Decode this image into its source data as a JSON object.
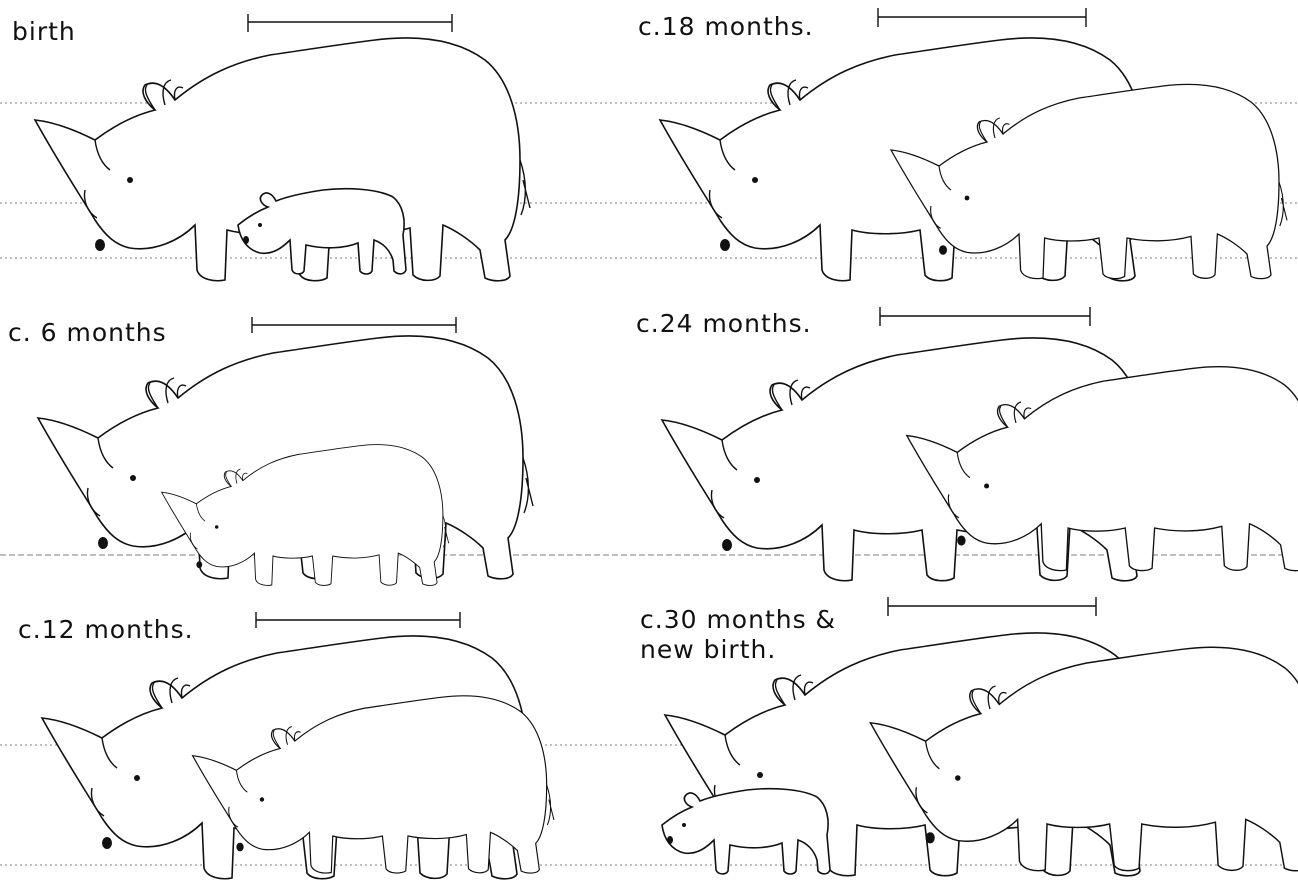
{
  "figure": {
    "panels": [
      {
        "id": "birth",
        "label": "birth"
      },
      {
        "id": "m6",
        "label": "c. 6 months"
      },
      {
        "id": "m12",
        "label": "c.12 months."
      },
      {
        "id": "m18",
        "label": "c.18 months."
      },
      {
        "id": "m24",
        "label": "c.24 months."
      },
      {
        "id": "m30",
        "label": "c.30 months &\nnew birth."
      }
    ],
    "colors": {
      "ink": "#111111",
      "paper": "#ffffff",
      "dust": "#9a9a9a"
    }
  }
}
